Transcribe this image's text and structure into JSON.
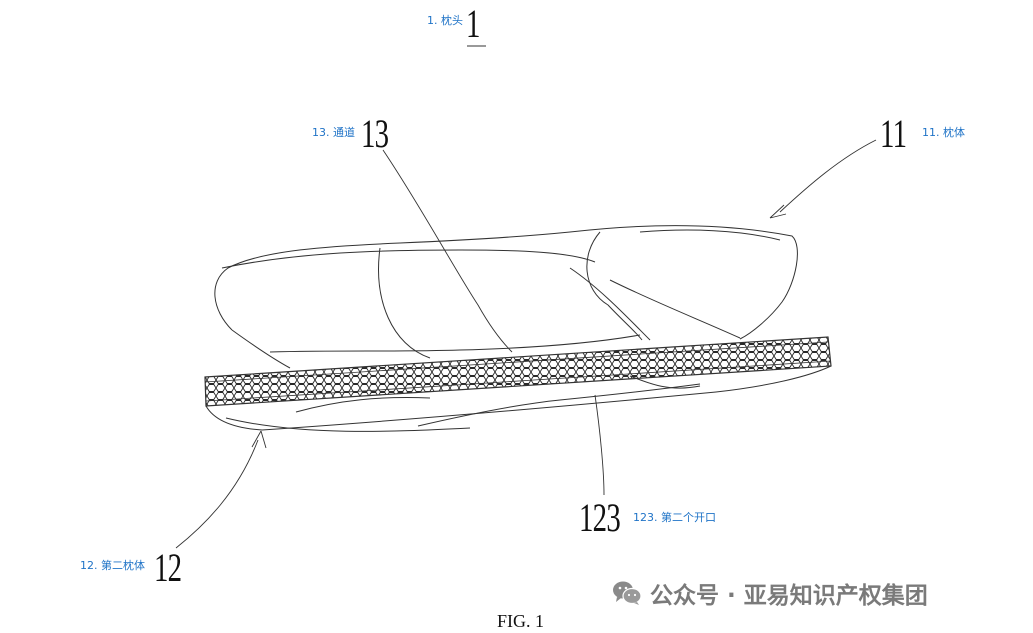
{
  "figure": {
    "caption": "FIG. 1",
    "labels": [
      {
        "id": "1",
        "number": "1",
        "annotation": "1. 枕头"
      },
      {
        "id": "11",
        "number": "11",
        "annotation": "11. 枕体"
      },
      {
        "id": "12",
        "number": "12",
        "annotation": "12. 第二枕体"
      },
      {
        "id": "13",
        "number": "13",
        "annotation": "13. 通道"
      },
      {
        "id": "123",
        "number": "123",
        "annotation": "123. 第二个开口"
      }
    ]
  },
  "watermark": {
    "icon": "wechat-icon",
    "text": "公众号 · 亚易知识产权集团"
  },
  "colors": {
    "annotation": "#1f73c7",
    "line": "#333333",
    "watermark": "#7a7a7a"
  }
}
